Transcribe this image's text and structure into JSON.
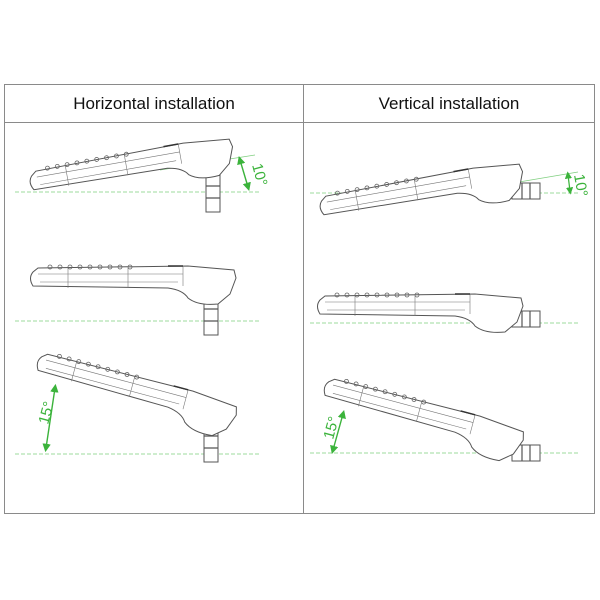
{
  "headers": {
    "left": "Horizontal installation",
    "right": "Vertical installation"
  },
  "colors": {
    "border": "#8a8a8a",
    "drawing": "#555555",
    "reference_line": "#7fcf7f",
    "angle_annotation": "#3bb33b"
  },
  "horizontal": {
    "rows": [
      {
        "angle_label": "10°",
        "tilt": "up"
      },
      {
        "angle_label": "",
        "tilt": "level"
      },
      {
        "angle_label": "15°",
        "tilt": "up"
      }
    ]
  },
  "vertical": {
    "rows": [
      {
        "angle_label": "10°",
        "tilt": "up"
      },
      {
        "angle_label": "",
        "tilt": "level"
      },
      {
        "angle_label": "15°",
        "tilt": "up"
      }
    ]
  }
}
